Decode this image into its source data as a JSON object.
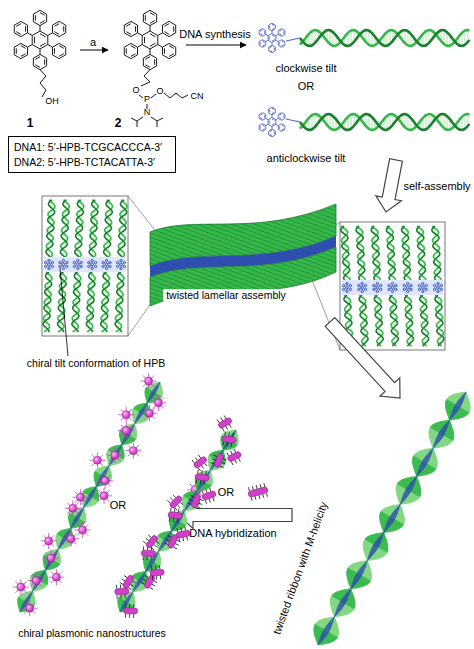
{
  "diagram": {
    "nodes": [
      {
        "text": [
          "DNA1: 5′-HPB-TCGCACCCA-3′",
          "DNA2: 5′-HPB-TCTACATTA-3′"
        ]
      }
    ],
    "labels": [
      "a",
      "DNA synthesis",
      "1",
      "OH",
      "2",
      "O",
      "P",
      "O",
      "N",
      "CN",
      "clockwise tilt",
      "OR",
      "anticlockwise tilt",
      "self-assembly",
      "twisted lamellar assembly",
      "chiral tilt conformation of HPB",
      "DNA hybridization",
      "OR",
      "OR",
      "chiral plasmonic nanostructures",
      "twisted ribbon with M-helicity"
    ]
  }
}
